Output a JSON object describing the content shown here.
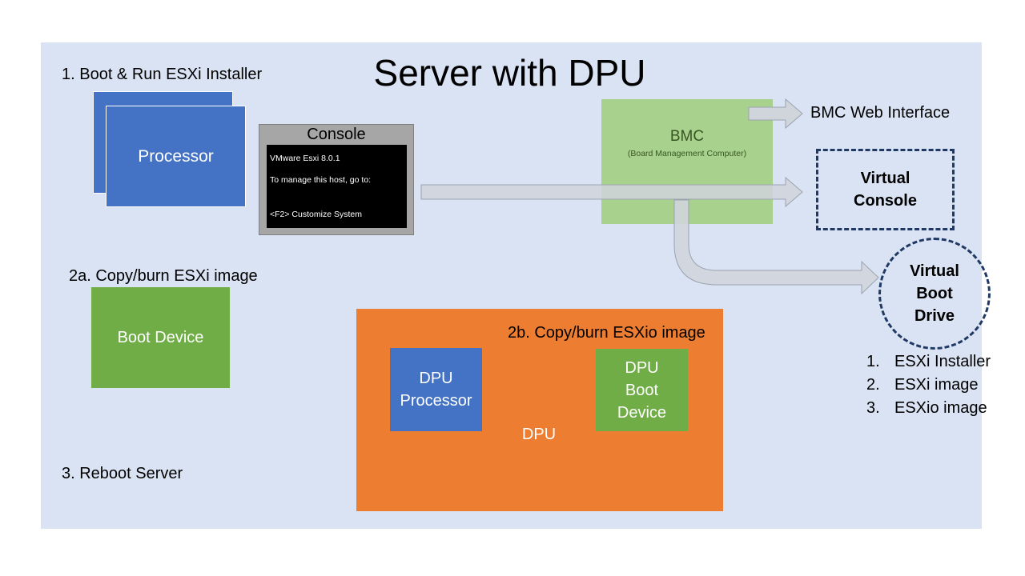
{
  "title": "Server with DPU",
  "steps": {
    "step1": "1. Boot & Run ESXi Installer",
    "step2a": "2a. Copy/burn ESXi image",
    "step2b": "2b. Copy/burn ESXio image",
    "step3": "3. Reboot Server"
  },
  "processor": {
    "label": "Processor"
  },
  "console": {
    "label": "Console",
    "lines": [
      "VMware Esxi 8.0.1",
      "To manage this host, go to:",
      "<F2> Customize System"
    ]
  },
  "bmc": {
    "name": "BMC",
    "subtitle": "(Board Management Computer)",
    "web_interface": "BMC Web Interface"
  },
  "virtual_console": {
    "line1": "Virtual",
    "line2": "Console"
  },
  "virtual_boot_drive": {
    "line1": "Virtual",
    "line2": "Boot",
    "line3": "Drive",
    "items": [
      {
        "num": "1.",
        "text": "ESXi Installer"
      },
      {
        "num": "2.",
        "text": "ESXi image"
      },
      {
        "num": "3.",
        "text": "ESXio image"
      }
    ]
  },
  "boot_device": {
    "label": "Boot Device"
  },
  "dpu": {
    "label": "DPU",
    "processor_line1": "DPU",
    "processor_line2": "Processor",
    "boot_line1": "DPU",
    "boot_line2": "Boot",
    "boot_line3": "Device"
  },
  "colors": {
    "panel": "#dae3f3",
    "blue_box": "#4472c4",
    "green_box": "#70ad47",
    "bmc_green": "#a9d18e",
    "dpu_orange": "#ed7d31",
    "arrow_fill": "#d0d4db",
    "dashed_border": "#1f3864"
  }
}
